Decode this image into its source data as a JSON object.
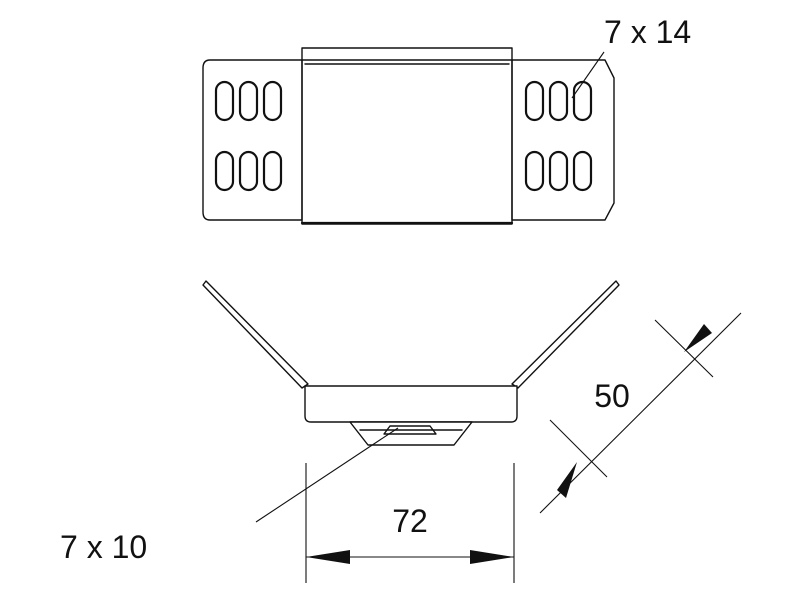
{
  "labels": {
    "slot_top": "7 x 14",
    "slot_bottom": "7 x 10",
    "dim_width": "72",
    "dim_height": "50"
  }
}
